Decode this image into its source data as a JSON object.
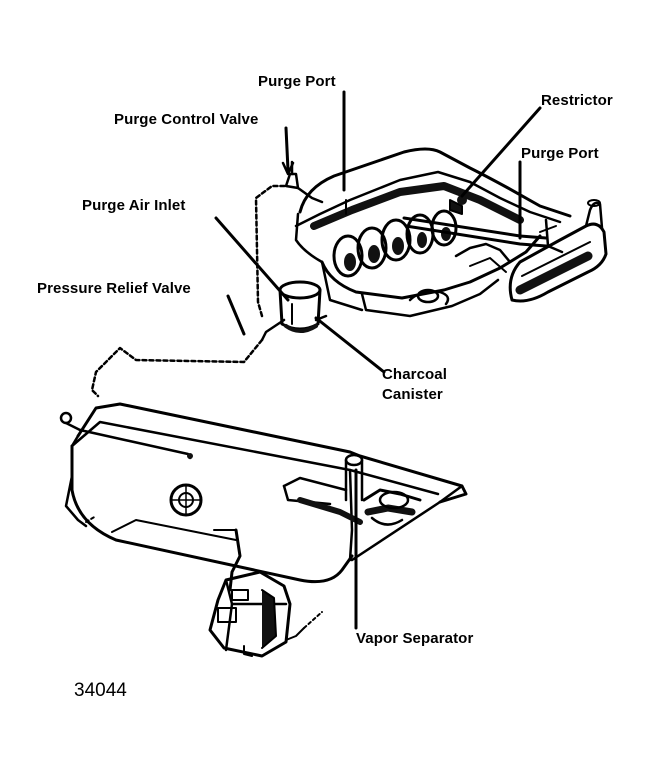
{
  "diagram": {
    "labels": {
      "purge_port_top": "Purge Port",
      "restrictor": "Restrictor",
      "purge_control_valve": "Purge Control Valve",
      "purge_port_right": "Purge Port",
      "purge_air_inlet": "Purge Air Inlet",
      "pressure_relief_valve": "Pressure Relief Valve",
      "charcoal_canister_line1": "Charcoal",
      "charcoal_canister_line2": "Canister",
      "vapor_separator": "Vapor Separator"
    },
    "figure_number": "34044"
  },
  "colors": {
    "ink": "#000000",
    "paper": "#ffffff",
    "shade": "#1a1a1a"
  },
  "icons": {
    "engine": "engine-drawing",
    "canister": "charcoal-canister-drawing",
    "fuel_tank": "fuel-tank-drawing",
    "pump": "fuel-pump-drawing"
  }
}
